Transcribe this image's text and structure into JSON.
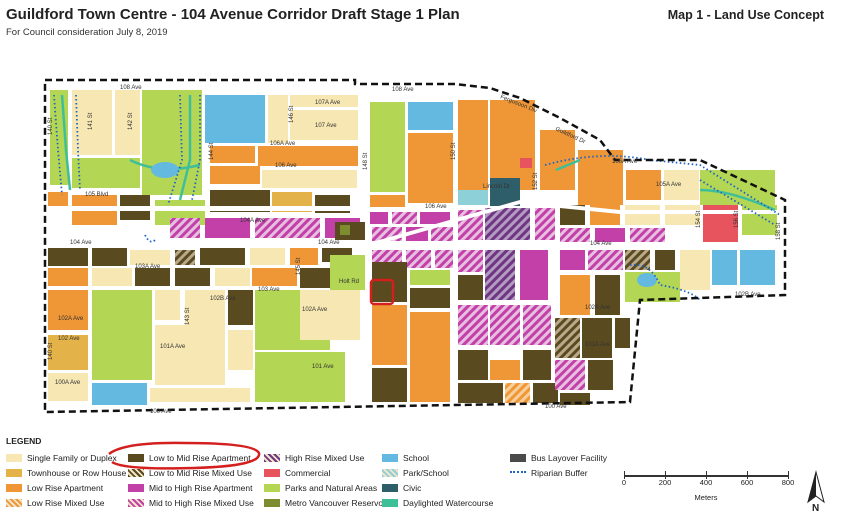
{
  "header": {
    "title": "Guildford Town Centre - 104 Avenue Corridor Draft Stage 1 Plan",
    "subtitle": "For Council consideration July 8, 2019",
    "map_title": "Map 1 - Land Use Concept"
  },
  "colors": {
    "single_family": "#f6e7b3",
    "townhouse": "#e3b249",
    "low_rise": "#ef9637",
    "low_rise_mixed": "#ef9637",
    "low_mid_rise": "#5a4a1f",
    "low_mid_rise_mixed": "#5a4a1f",
    "mid_high_rise": "#c240a8",
    "mid_high_rise_mixed": "#c240a8",
    "high_rise_mixed": "#6f3682",
    "commercial": "#e8545d",
    "parks": "#b3d654",
    "metro_reservoir": "#7c8c2e",
    "school": "#64b9e1",
    "park_school": "#8ed0d8",
    "civic": "#2e5e6a",
    "daylighted_watercourse": "#3fbf99",
    "bus_layover": "#4a4a4a",
    "riparian_buffer": "#1f63c6",
    "annotation_circle": "#d41f1f",
    "street": "#ffffff"
  },
  "map": {
    "street_labels": {
      "ave_108_west": "108 Ave",
      "ave_108_east": "108 Ave",
      "fraser_hwy": "Fergusoon Div",
      "guildford_dr": "Guildford Dr",
      "ave_107a": "107A Ave",
      "ave_107": "107 Ave",
      "ave_106a": "106A Ave",
      "ave_106a_east": "106A Ave",
      "ave_105a": "105A Ave",
      "ave_106": "106 Ave",
      "ave_106_east": "106 Ave",
      "blvd_105": "105 Blvd",
      "ave_104a": "104A Ave",
      "ave_104_west": "104 Ave",
      "ave_104_mid": "104 Ave",
      "ave_104_east": "104 Ave",
      "ave_103a": "103A Ave",
      "ave_103": "103 Ave",
      "ave_102b": "102B Ave",
      "ave_102b_east": "102B Ave",
      "ave_102a": "102A Ave",
      "ave_102a_mid": "102A Ave",
      "ave_102a_east": "102A Ave",
      "ave_102": "102 Ave",
      "ave_101a": "101A Ave",
      "ave_101a_east": "101A Ave",
      "ave_101": "101 Ave",
      "ave_100a": "100A Ave",
      "ave_100": "100 Ave",
      "ave_100_east": "100 Ave",
      "st_140": "140 St",
      "st_140_south": "140 St",
      "st_141": "141 St",
      "st_142": "142 St",
      "st_143": "143 St",
      "st_144": "144 St",
      "st_145": "145 St",
      "st_146": "146 St",
      "st_148": "148 St",
      "st_150": "150 St",
      "st_152": "152 St",
      "st_154": "154 St",
      "st_156": "156 St",
      "st_158": "158 St",
      "lincoln_dr": "Lincoln Dr",
      "holt_rd": "Holt Rd"
    }
  },
  "legend": {
    "title": "LEGEND",
    "items": [
      {
        "label": "Single Family or Duplex",
        "color": "#f6e7b3",
        "pattern": "solid"
      },
      {
        "label": "Townhouse or Row House",
        "color": "#e3b249",
        "pattern": "solid"
      },
      {
        "label": "Low Rise Apartment",
        "color": "#ef9637",
        "pattern": "solid"
      },
      {
        "label": "Low Rise Mixed Use",
        "color": "#ef9637",
        "pattern": "hatched"
      },
      {
        "label": "Low to Mid Rise Apartment",
        "color": "#5a4a1f",
        "pattern": "solid"
      },
      {
        "label": "Low to Mid Rise Mixed Use",
        "color": "#5a4a1f",
        "pattern": "hatched"
      },
      {
        "label": "Mid to High Rise Apartment",
        "color": "#c240a8",
        "pattern": "solid"
      },
      {
        "label": "Mid to High Rise Mixed Use",
        "color": "#c240a8",
        "pattern": "hatched"
      },
      {
        "label": "High Rise Mixed Use",
        "color": "#6f3682",
        "pattern": "hatched"
      },
      {
        "label": "Commercial",
        "color": "#e8545d",
        "pattern": "solid"
      },
      {
        "label": "Parks and Natural Areas",
        "color": "#b3d654",
        "pattern": "solid"
      },
      {
        "label": "Metro Vancouver Reservoir",
        "color": "#7c8c2e",
        "pattern": "solid"
      },
      {
        "label": "School",
        "color": "#64b9e1",
        "pattern": "solid"
      },
      {
        "label": "Park/School",
        "color": "#8ed0d8",
        "pattern": "hatched"
      },
      {
        "label": "Civic",
        "color": "#2e5e6a",
        "pattern": "solid"
      },
      {
        "label": "Daylighted Watercourse",
        "color": "#3fbf99",
        "pattern": "solid"
      },
      {
        "label": "Bus Layover Facility",
        "color": "#4a4a4a",
        "pattern": "solid"
      },
      {
        "label": "Riparian Buffer",
        "color": "#1f63c6",
        "pattern": "dotted"
      }
    ]
  },
  "scale": {
    "ticks": [
      "0",
      "200",
      "400",
      "600",
      "800"
    ],
    "unit": "Meters"
  },
  "north_label": "N"
}
